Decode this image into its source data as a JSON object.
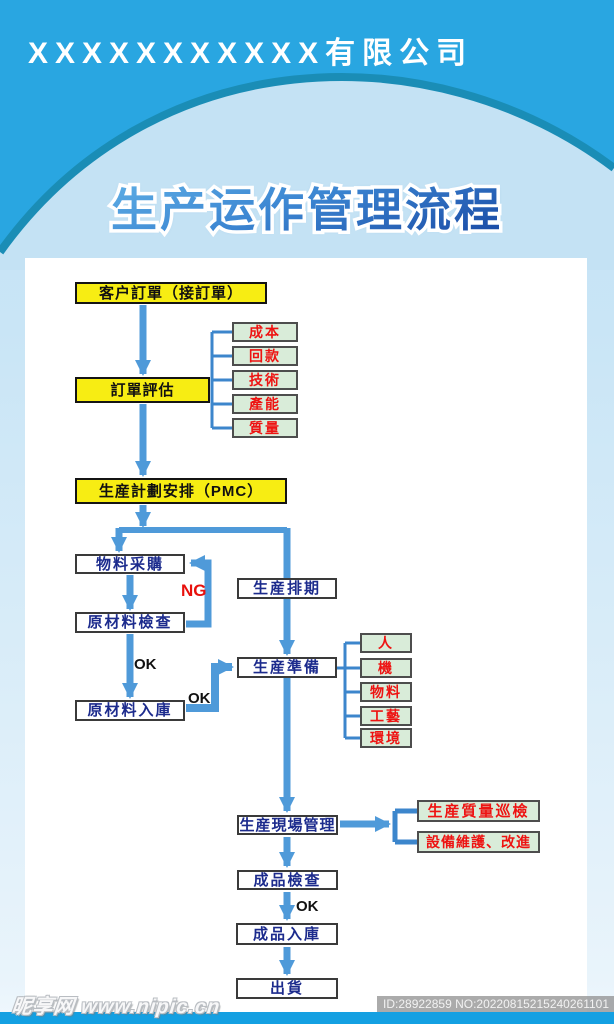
{
  "header": {
    "company": "XXXXXXXXXXX有限公司",
    "title": "生产运作管理流程"
  },
  "flow": {
    "customer_order": "客户訂單（接訂單）",
    "order_eval": "訂單評估",
    "eval_criteria": [
      "成本",
      "回款",
      "技術",
      "產能",
      "質量"
    ],
    "pmc": "生産計劃安排（PMC）",
    "material_purchase": "物料采購",
    "raw_inspect": "原材料檢查",
    "raw_warehouse": "原材料入庫",
    "schedule": "生産排期",
    "prod_prep": "生産準備",
    "prep_factors": [
      "人",
      "機",
      "物料",
      "工藝",
      "環境"
    ],
    "site_mgmt": "生産現場管理",
    "site_actions": [
      "生産質量巡檢",
      "設備維護、改進"
    ],
    "product_inspect": "成品檢查",
    "product_warehouse": "成品入庫",
    "ship": "出貨",
    "labels": {
      "ng": "NG",
      "ok1": "OK",
      "ok2": "OK",
      "ok3": "OK"
    }
  },
  "footer": {
    "watermark": "昵享网 www.nipic.cn",
    "id_text": "ID:28922859 NO:20220815215240261101"
  },
  "colors": {
    "header_blue": "#29a6e1",
    "dome_light_blue": "#c4e2f4",
    "teal_rim": "#1a8db6",
    "box_yellow": "#f7ed13",
    "box_green": "#d9ecd9",
    "text_navy": "#1c2b8d",
    "text_red": "#ee1312",
    "arrow_blue": "#4f9ad9",
    "bottom_bar_blue": "#14a0e2"
  }
}
